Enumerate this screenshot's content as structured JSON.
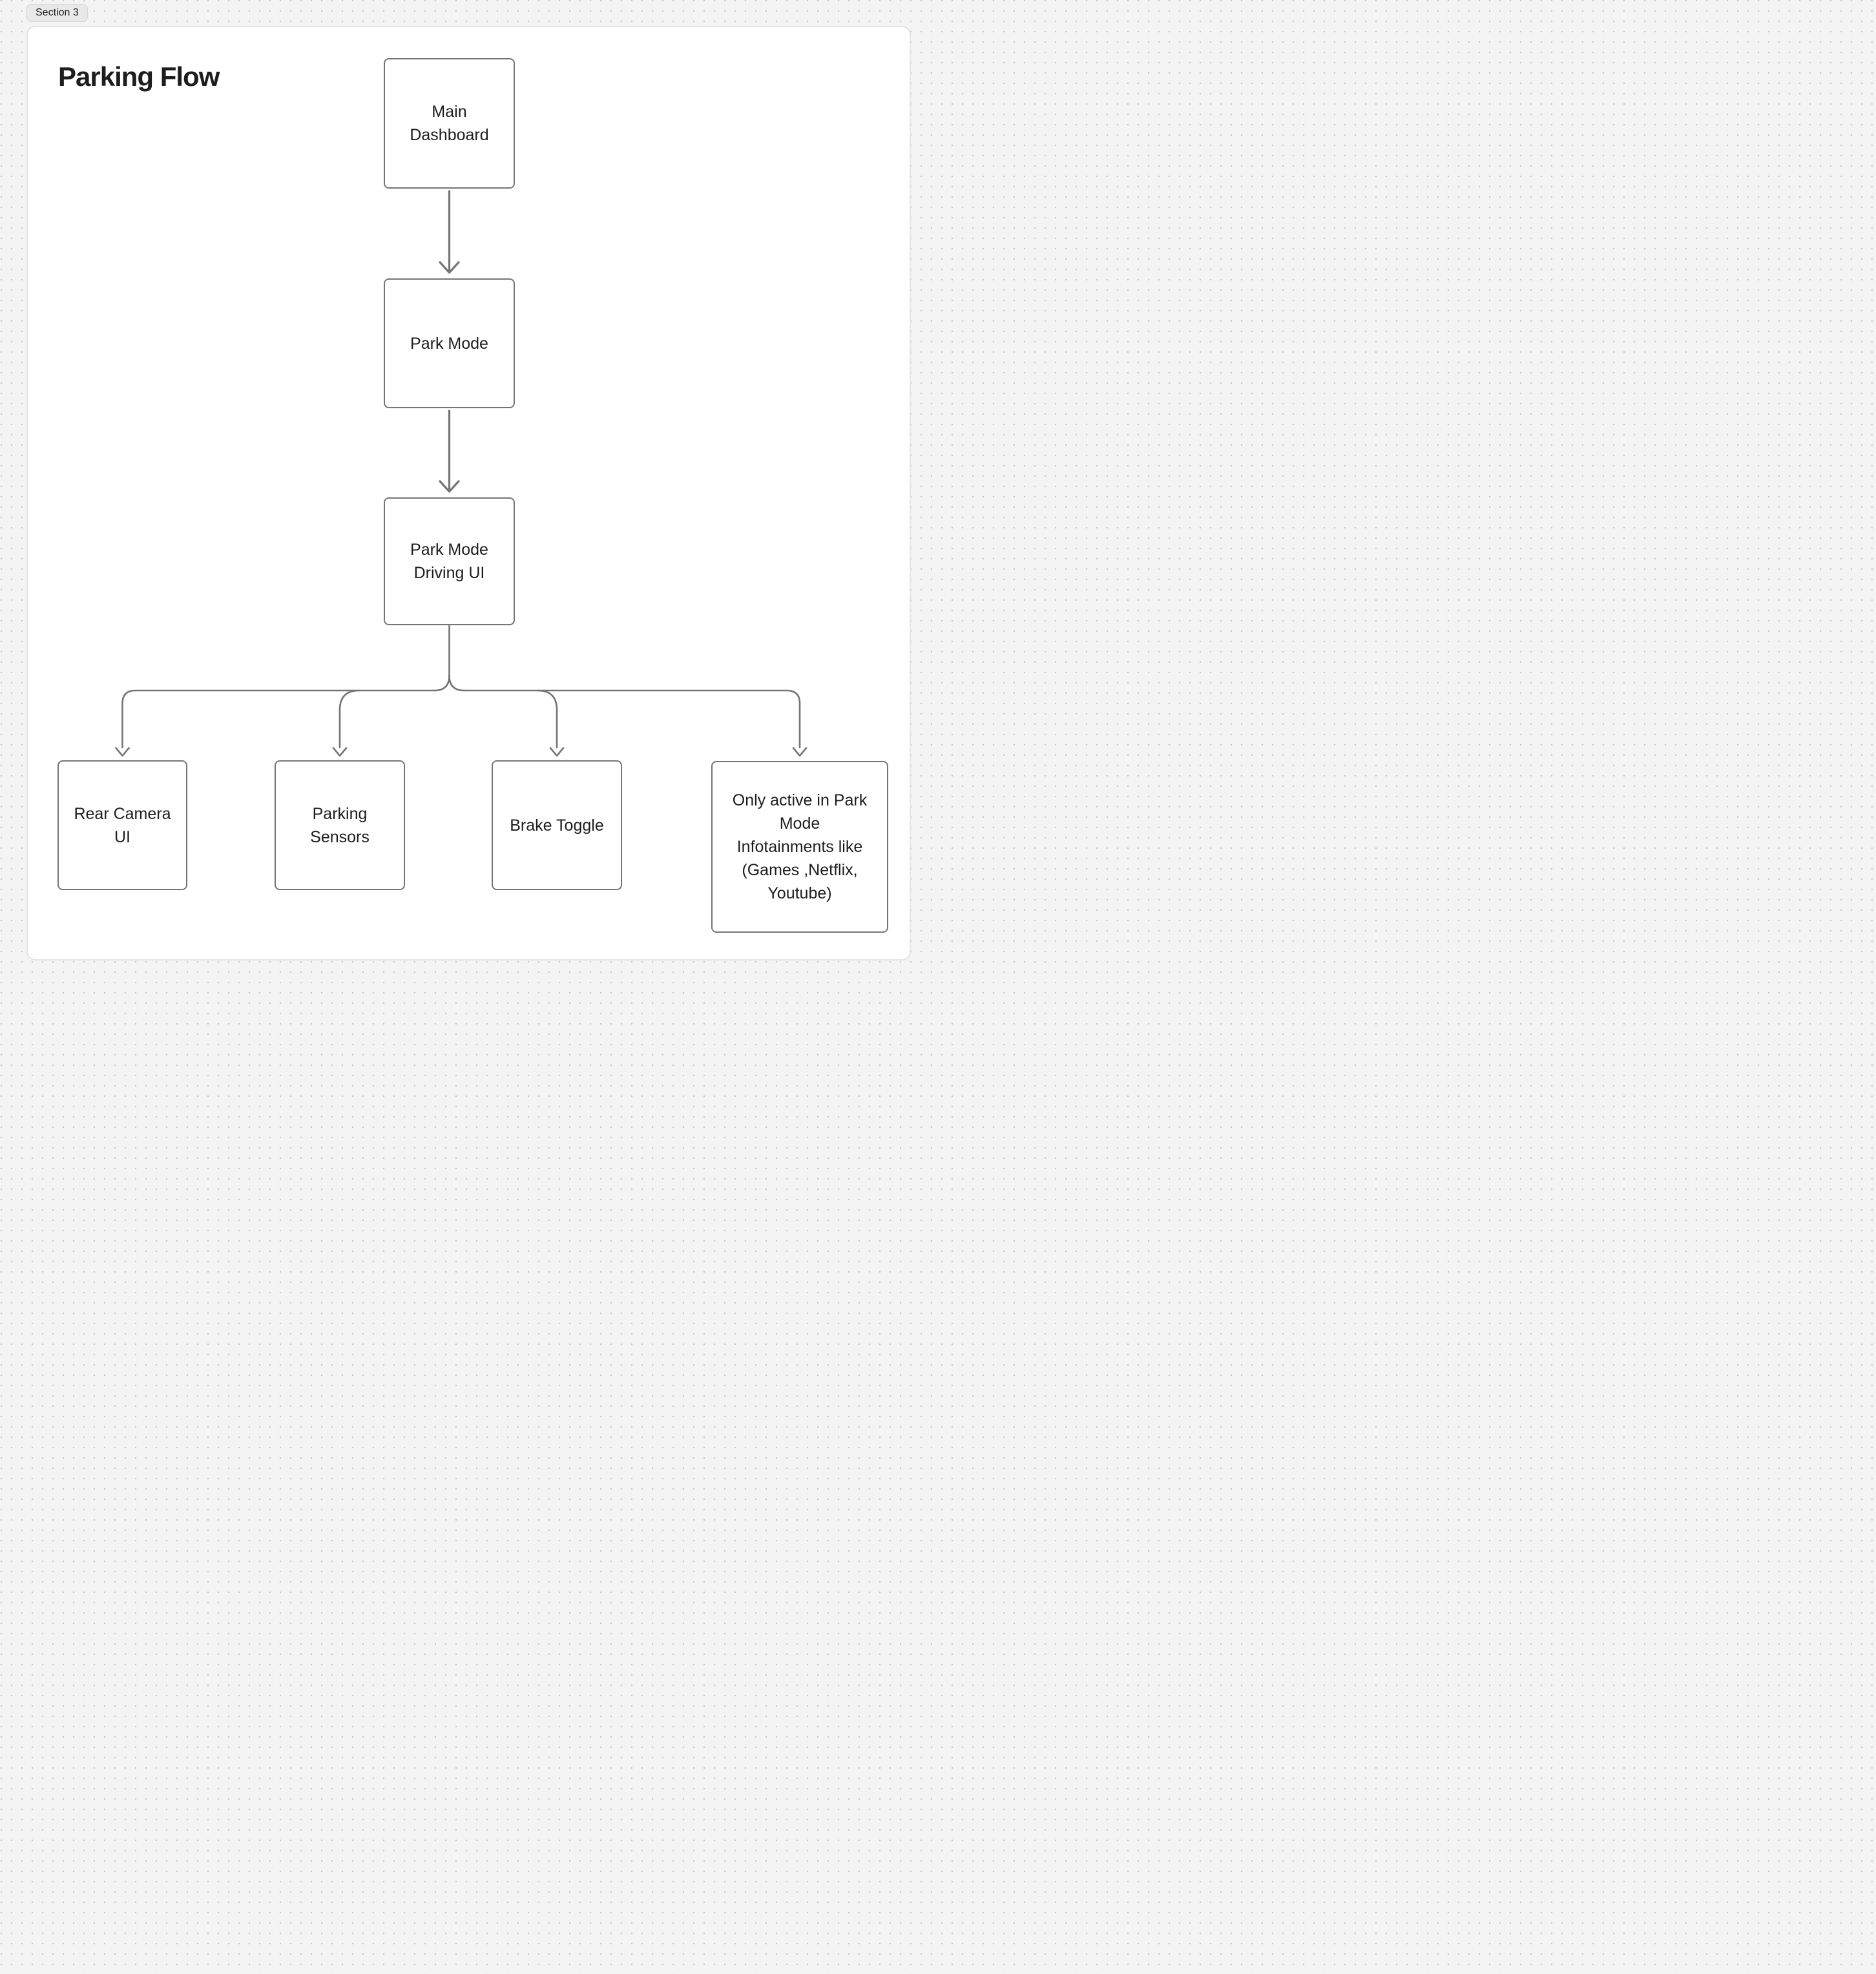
{
  "section_label": "Section 3",
  "board": {
    "title": "Parking Flow"
  },
  "colors": {
    "page_bg": "#f4f4f5",
    "dot": "#c7c7c7",
    "canvas_bg": "#ffffff",
    "canvas_border": "#e4e4e4",
    "node_border": "#757575",
    "connector": "#757575",
    "text": "#1d1d1d",
    "pill_bg": "#e9e9e9",
    "pill_border": "#d4d4d4"
  },
  "flow": {
    "nodes": [
      {
        "id": "main-dashboard",
        "lines": [
          "Main",
          "Dashboard"
        ]
      },
      {
        "id": "park-mode",
        "lines": [
          "Park Mode"
        ]
      },
      {
        "id": "park-mode-driving-ui",
        "lines": [
          "Park Mode",
          "Driving UI"
        ]
      },
      {
        "id": "rear-camera-ui",
        "lines": [
          "Rear Camera",
          "UI"
        ]
      },
      {
        "id": "parking-sensors",
        "lines": [
          "Parking",
          "Sensors"
        ]
      },
      {
        "id": "brake-toggle",
        "lines": [
          "Brake Toggle"
        ]
      },
      {
        "id": "infotainment-note",
        "lines": [
          "Only active in Park",
          "Mode",
          "Infotainments like",
          "(Games ,Netflix,",
          "Youtube)"
        ]
      }
    ],
    "edges": [
      {
        "from": "main-dashboard",
        "to": "park-mode"
      },
      {
        "from": "park-mode",
        "to": "park-mode-driving-ui"
      },
      {
        "from": "park-mode-driving-ui",
        "to": "rear-camera-ui"
      },
      {
        "from": "park-mode-driving-ui",
        "to": "parking-sensors"
      },
      {
        "from": "park-mode-driving-ui",
        "to": "brake-toggle"
      },
      {
        "from": "park-mode-driving-ui",
        "to": "infotainment-note"
      }
    ]
  }
}
